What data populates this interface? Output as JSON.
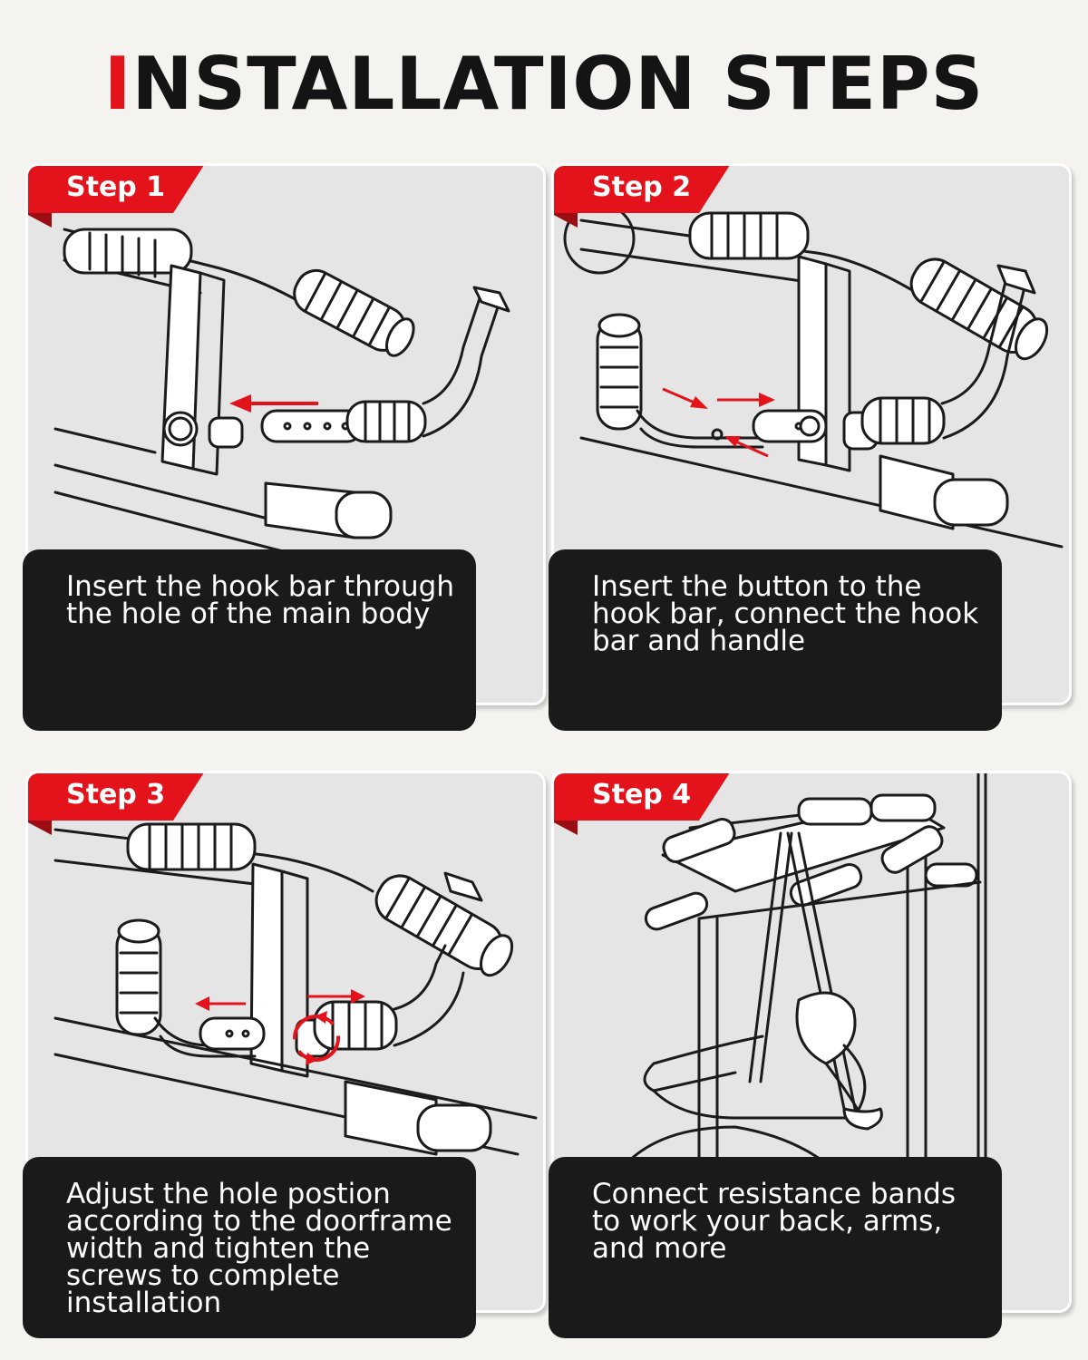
{
  "page": {
    "title_first_letter": "I",
    "title_rest": "NSTALLATION STEPS",
    "accent_color": "#e3121b"
  },
  "steps": [
    {
      "label": "Step 1",
      "caption": "Insert the hook bar through the hole of the main body"
    },
    {
      "label": "Step 2",
      "caption": "Insert the button to the hook bar, connect the hook bar and handle"
    },
    {
      "label": "Step 3",
      "caption": "Adjust the hole postion according to the doorframe width and tighten the screws to complete installation"
    },
    {
      "label": "Step 4",
      "caption": "Connect resistance bands to work your back, arms, and more"
    }
  ]
}
